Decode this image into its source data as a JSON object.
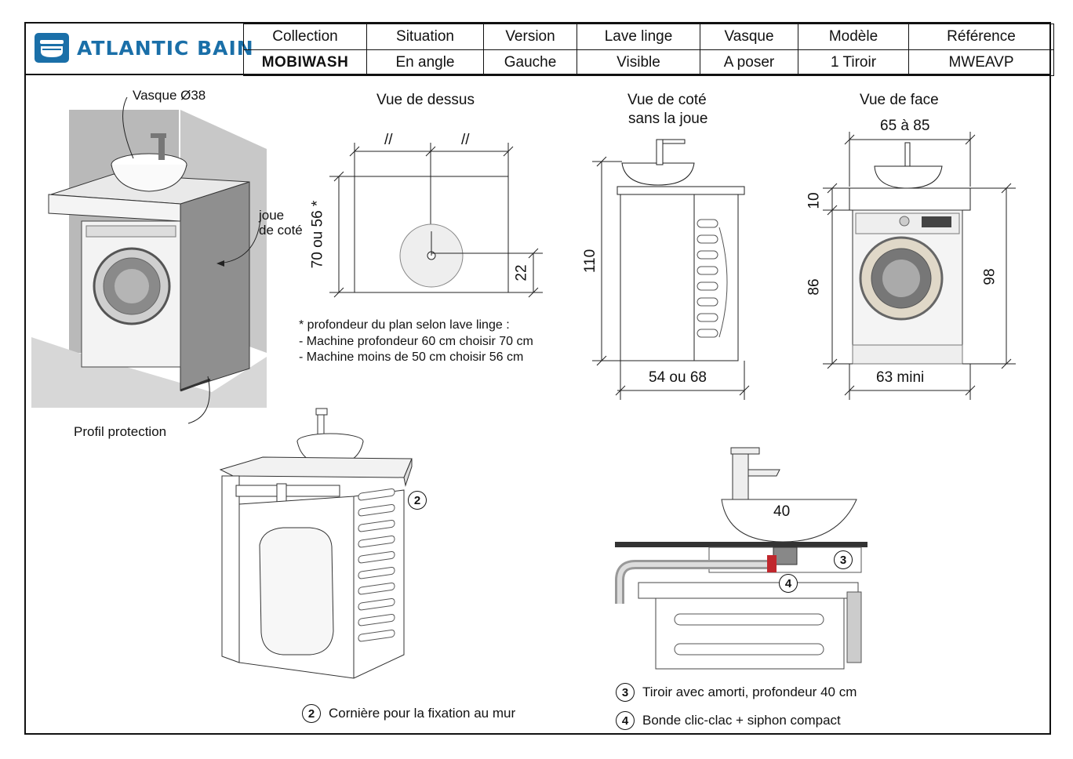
{
  "brand": {
    "name": "ATLANTIC BAIN",
    "color": "#1a6fa8"
  },
  "header": {
    "columns": [
      "Collection",
      "Situation",
      "Version",
      "Lave linge",
      "Vasque",
      "Modèle",
      "Référence"
    ],
    "values": [
      "MOBIWASH",
      "En angle",
      "Gauche",
      "Visible",
      "A poser",
      "1 Tiroir",
      "MWEAVP"
    ]
  },
  "perspective": {
    "vasque_label": "Vasque Ø38",
    "joue_label": "joue\nde coté",
    "profil_label": "Profil protection"
  },
  "top_view": {
    "title": "Vue de dessus",
    "mark_left": "//",
    "mark_right": "//",
    "depth_label": "70 ou 56 *",
    "offset_label": "22"
  },
  "side_view": {
    "title_line1": "Vue de coté",
    "title_line2": "sans la joue",
    "height_label": "110",
    "depth_label": "54 ou 68"
  },
  "front_view": {
    "title": "Vue de face",
    "width_label": "65 à 85",
    "top_label": "10",
    "machine_height_label": "86",
    "total_height_label": "98",
    "min_width_label": "63 mini"
  },
  "notes": [
    "* profondeur du plan selon lave linge :",
    "- Machine profondeur 60 cm choisir 70 cm",
    "- Machine moins de 50 cm choisir 56 cm"
  ],
  "detail": {
    "badge_2": "2",
    "badge_3": "3",
    "badge_4": "4",
    "basin_label": "40"
  },
  "legend": [
    {
      "num": "2",
      "text": "Cornière pour la fixation au mur"
    },
    {
      "num": "3",
      "text": "Tiroir avec amorti, profondeur 40 cm"
    },
    {
      "num": "4",
      "text": "Bonde clic-clac + siphon compact"
    }
  ]
}
